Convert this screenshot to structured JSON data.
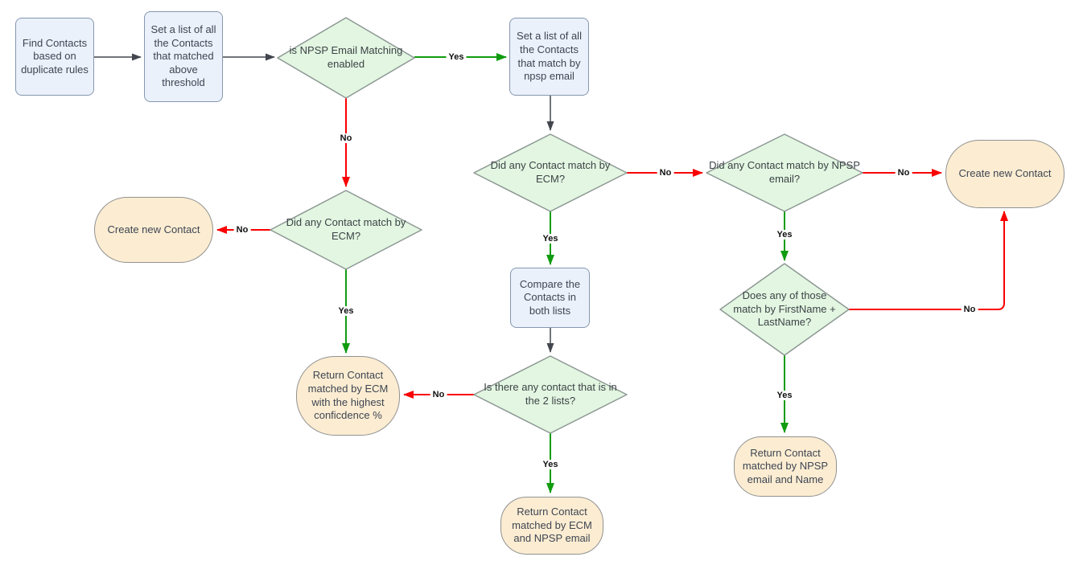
{
  "diagram": {
    "type": "flowchart",
    "background": "#ffffff"
  },
  "colors": {
    "process_fill": "#eaf1fb",
    "process_stroke": "#8597ae",
    "decision_fill": "#e2f6e1",
    "decision_stroke": "#8d9894",
    "terminal_fill": "#fcedd2",
    "terminal_stroke": "#919191",
    "yes_edge": "#0f9c0f",
    "no_edge": "#fb0000",
    "plain_edge": "#42464e",
    "node_text": "#3e4553",
    "edge_label_text": "#101010"
  },
  "nodes": {
    "find_contacts": {
      "type": "process",
      "label": "Find Contacts based on duplicate rules"
    },
    "set_list_threshold": {
      "type": "process",
      "label": "Set a list of all the Contacts that matched above threshold"
    },
    "npsp_matching_enabled": {
      "type": "decision",
      "label": "is NPSP Email Matching enabled"
    },
    "set_list_npsp_email": {
      "type": "process",
      "label": "Set a list of all the Contacts that match by npsp email"
    },
    "ecm_match_mid": {
      "type": "decision",
      "label": "Did any Contact match by ECM?"
    },
    "npsp_email_match": {
      "type": "decision",
      "label": "Did any Contact match by NPSP email?"
    },
    "create_new_contact_right": {
      "type": "terminal",
      "label": "Create new Contact"
    },
    "ecm_match_left": {
      "type": "decision",
      "label": "Did any Contact match by ECM?"
    },
    "create_new_contact_left": {
      "type": "terminal",
      "label": "Create new Contact"
    },
    "compare_lists": {
      "type": "process",
      "label": "Compare the Contacts in both lists"
    },
    "two_lists_match": {
      "type": "decision",
      "label": "Is there any contact that is in the 2 lists?"
    },
    "return_ecm_highest": {
      "type": "terminal",
      "label": "Return Contact matched by ECM with the highest conficdence %"
    },
    "return_ecm_npsp": {
      "type": "terminal",
      "label": "Return Contact matched by ECM and NPSP email"
    },
    "firstname_lastname_match": {
      "type": "decision",
      "label": "Does any of those match by FirstName + LastName?"
    },
    "return_npsp_name": {
      "type": "terminal",
      "label": "Return Contact matched by NPSP email and Name"
    }
  },
  "edges": [
    {
      "from": "find_contacts",
      "to": "set_list_threshold",
      "label": ""
    },
    {
      "from": "set_list_threshold",
      "to": "npsp_matching_enabled",
      "label": ""
    },
    {
      "from": "npsp_matching_enabled",
      "to": "set_list_npsp_email",
      "label": "Yes"
    },
    {
      "from": "npsp_matching_enabled",
      "to": "ecm_match_left",
      "label": "No"
    },
    {
      "from": "set_list_npsp_email",
      "to": "ecm_match_mid",
      "label": ""
    },
    {
      "from": "ecm_match_mid",
      "to": "npsp_email_match",
      "label": "No"
    },
    {
      "from": "ecm_match_mid",
      "to": "compare_lists",
      "label": "Yes"
    },
    {
      "from": "npsp_email_match",
      "to": "create_new_contact_right",
      "label": "No"
    },
    {
      "from": "npsp_email_match",
      "to": "firstname_lastname_match",
      "label": "Yes"
    },
    {
      "from": "ecm_match_left",
      "to": "create_new_contact_left",
      "label": "No"
    },
    {
      "from": "ecm_match_left",
      "to": "return_ecm_highest",
      "label": "Yes"
    },
    {
      "from": "compare_lists",
      "to": "two_lists_match",
      "label": ""
    },
    {
      "from": "two_lists_match",
      "to": "return_ecm_highest",
      "label": "No"
    },
    {
      "from": "two_lists_match",
      "to": "return_ecm_npsp",
      "label": "Yes"
    },
    {
      "from": "firstname_lastname_match",
      "to": "return_npsp_name",
      "label": "Yes"
    },
    {
      "from": "firstname_lastname_match",
      "to": "create_new_contact_right",
      "label": "No"
    }
  ]
}
